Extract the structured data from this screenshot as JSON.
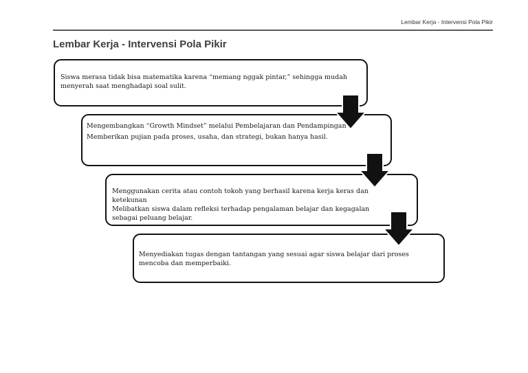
{
  "header": {
    "doc_title": "Lembar Kerja - Intervensi Pola Pikir"
  },
  "page": {
    "title": "Lembar Kerja - Intervensi Pola Pikir"
  },
  "flowchart": {
    "boxes": [
      {
        "paragraphs": [
          "Siswa merasa tidak bisa matematika karena “memang nggak pintar,” sehingga mudah\nmenyerah saat menghadapi soal sulit."
        ]
      },
      {
        "paragraphs": [
          "Mengembangkan “Growth Mindset” melalui Pembelajaran dan Pendampingan",
          "Memberikan pujian pada proses, usaha, dan strategi, bukan hanya hasil."
        ]
      },
      {
        "paragraphs": [
          "Menggunakan cerita atau contoh tokoh yang berhasil karena kerja keras dan\nketekunan",
          "Melibatkan siswa dalam refleksi terhadap pengalaman belajar dan kegagalan\nsebagai peluang belajar."
        ]
      },
      {
        "paragraphs": [
          "Menyediakan tugas dengan tantangan yang sesuai agar siswa belajar dari proses\nmencoba dan memperbaiki."
        ]
      }
    ]
  },
  "colors": {
    "header_rule": "#595959",
    "box_border": "#111111",
    "arrow_fill": "#111111",
    "title_text": "#3d3d3d",
    "body_text": "#1a1a1a",
    "background": "#ffffff"
  }
}
